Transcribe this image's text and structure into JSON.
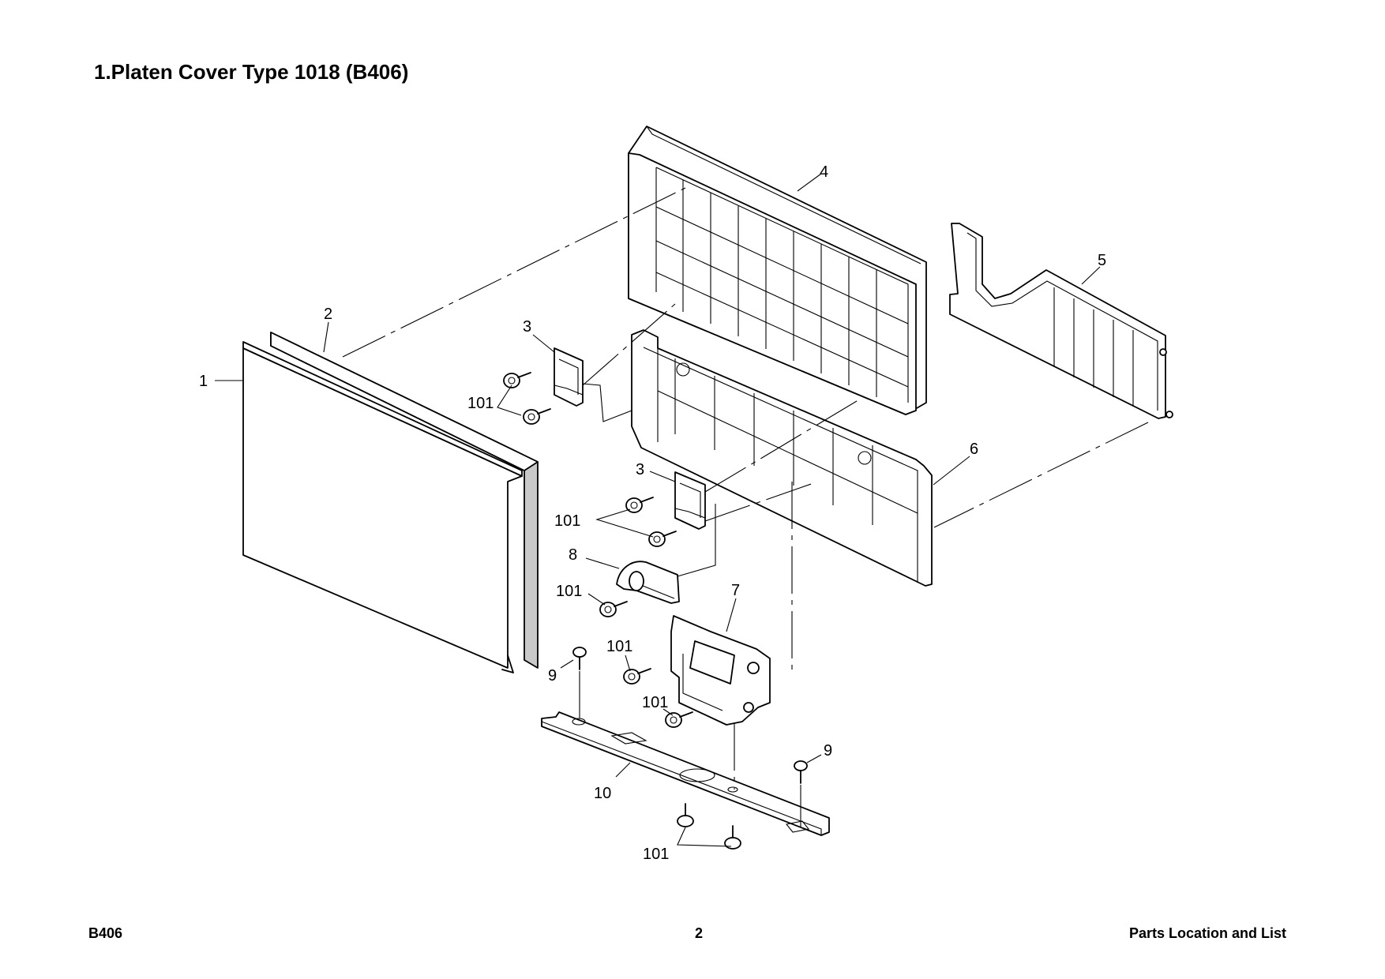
{
  "page": {
    "title": "1.Platen Cover Type 1018 (B406)"
  },
  "footer": {
    "left": "B406",
    "center": "2",
    "right": "Parts Location and List"
  },
  "diagram": {
    "callouts": {
      "c1": "1",
      "c2": "2",
      "c3a": "3",
      "c3b": "3",
      "c4": "4",
      "c5": "5",
      "c6": "6",
      "c7": "7",
      "c8": "8",
      "c9a": "9",
      "c9b": "9",
      "c10": "10",
      "c101a": "101",
      "c101b": "101",
      "c101c": "101",
      "c101d": "101",
      "c101e": "101",
      "c101f": "101"
    }
  }
}
